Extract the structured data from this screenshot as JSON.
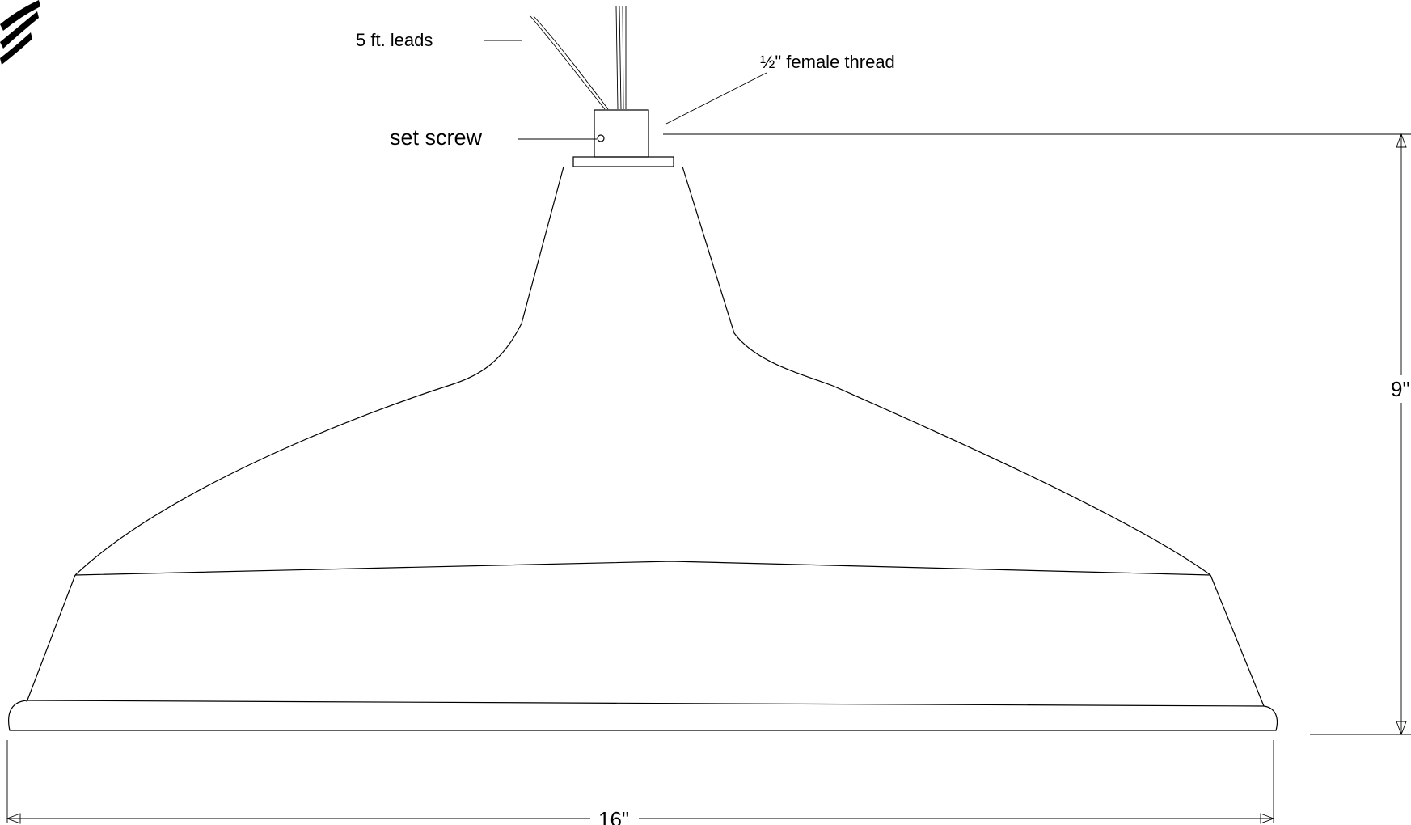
{
  "labels": {
    "leads": "5 ft. leads",
    "thread": "½\" female thread",
    "set_screw": "set screw"
  },
  "dimensions": {
    "height": "9\"",
    "width": "16\""
  },
  "colors": {
    "line": "#000000",
    "background": "#ffffff"
  }
}
